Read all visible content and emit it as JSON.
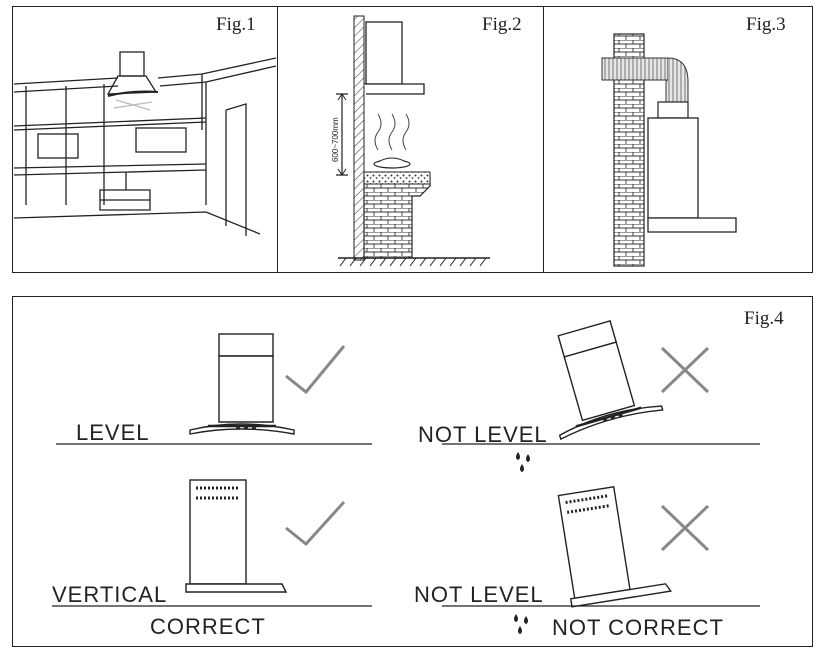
{
  "fig1": {
    "label": "Fig.1"
  },
  "fig2": {
    "label": "Fig.2",
    "dimension": "600~700mm"
  },
  "fig3": {
    "label": "Fig.3"
  },
  "fig4": {
    "label": "Fig.4",
    "level": "LEVEL",
    "not_level_1": "NOT LEVEL",
    "vertical": "VERTICAL",
    "not_level_2": "NOT LEVEL",
    "correct": "CORRECT",
    "not_correct": "NOT CORRECT"
  },
  "marks": {
    "check_color": "#888888",
    "cross_color": "#888888"
  }
}
